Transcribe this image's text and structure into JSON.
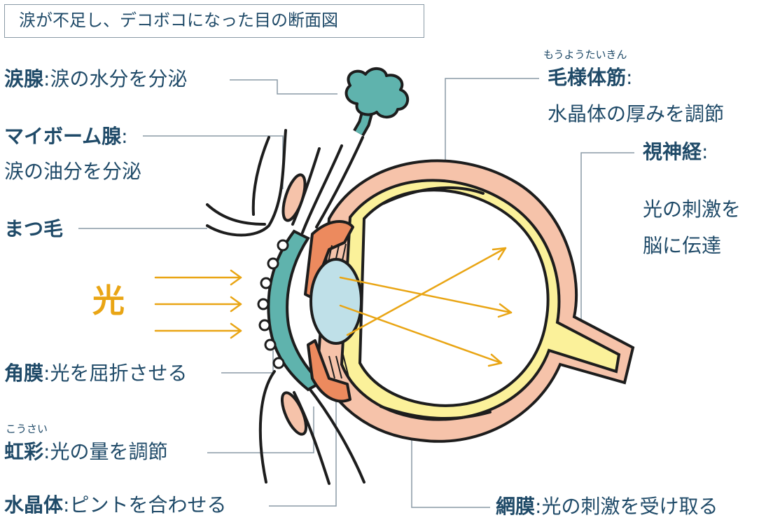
{
  "title": "涙が不足し、デコボコになった目の断面図",
  "light_label": "光",
  "labels": {
    "lacrimal": {
      "term": "涙腺",
      "desc": "涙の水分を分泌"
    },
    "meibomian": {
      "term": "マイボーム腺",
      "desc_line": "涙の油分を分泌"
    },
    "eyelash": {
      "term": "まつ毛"
    },
    "cornea": {
      "term": "角膜",
      "desc": "光を屈折させる"
    },
    "iris": {
      "ruby": "こうさい",
      "term": "虹彩",
      "desc": "光の量を調節"
    },
    "lens": {
      "term": "水晶体",
      "desc": "ピントを合わせる"
    },
    "ciliary": {
      "ruby": "もうようたいきん",
      "term": "毛様体筋",
      "desc_line": "水晶体の厚みを調節"
    },
    "optic": {
      "term": "視神経",
      "line1": "光の刺激を",
      "line2": "脳に伝達"
    },
    "retina": {
      "term": "網膜",
      "desc": "光の刺激を受け取る"
    }
  },
  "colors": {
    "text": "#1f4a68",
    "light": "#e9a514",
    "teal": "#5fb3ad",
    "sclera_pink": "#f6c3aa",
    "retina_yellow": "#fbf19a",
    "iris_orange": "#ec8a5e",
    "lens_blue": "#bfe0e8"
  }
}
